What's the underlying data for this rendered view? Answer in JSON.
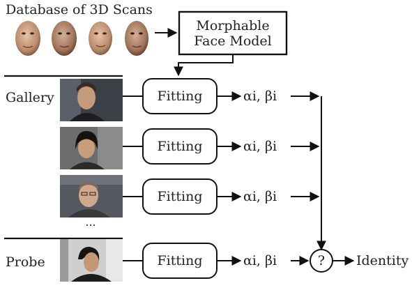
{
  "header": {
    "database_label": "Database of 3D Scans"
  },
  "model_box": {
    "line1": "Morphable",
    "line2": "Face Model"
  },
  "rows": [
    {
      "side_label": "Gallery",
      "fit_label": "Fitting",
      "params_label": "αi, βi"
    },
    {
      "side_label": "",
      "fit_label": "Fitting",
      "params_label": "αi, βi"
    },
    {
      "side_label": "",
      "fit_label": "Fitting",
      "params_label": "αi, βi"
    },
    {
      "side_label": "Probe",
      "fit_label": "Fitting",
      "params_label": "αi, βi"
    }
  ],
  "ellipsis": "...",
  "compare_node": {
    "symbol": "?"
  },
  "result": {
    "label": "Identity"
  }
}
